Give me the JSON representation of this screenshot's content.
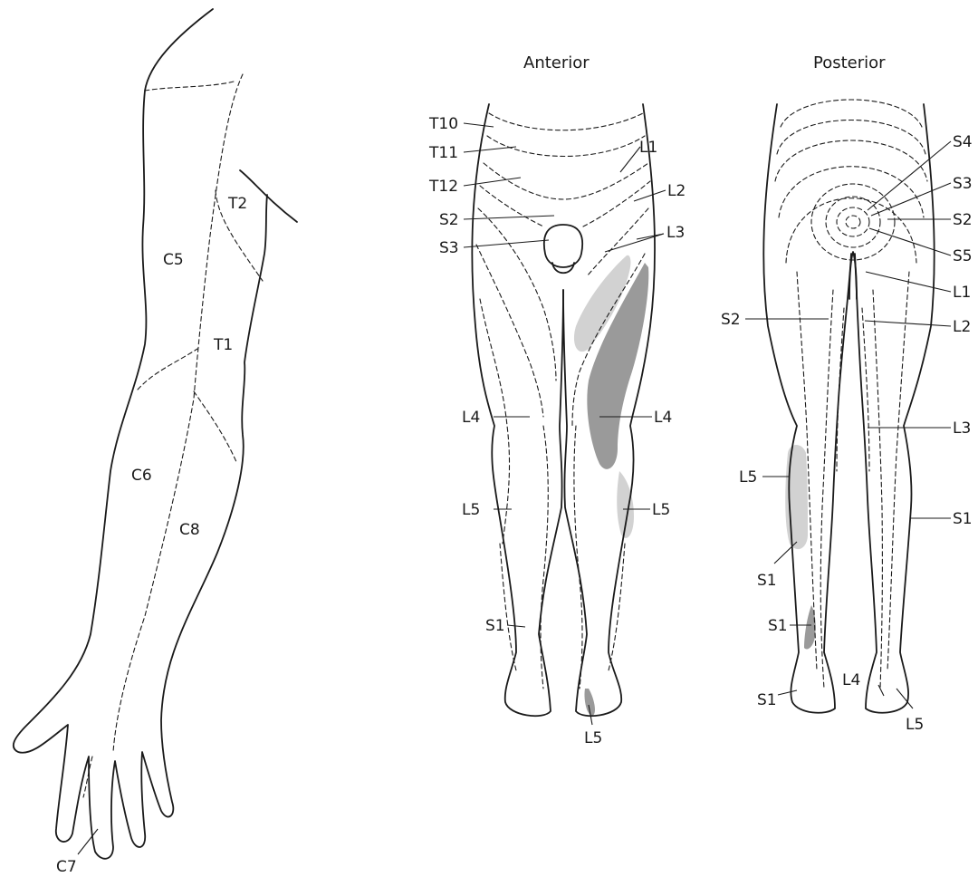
{
  "titles": {
    "anterior": "Anterior",
    "posterior": "Posterior"
  },
  "arm_labels": [
    "C5",
    "T2",
    "T1",
    "C6",
    "C8",
    "C7"
  ],
  "anterior_labels": [
    "T10",
    "T11",
    "T12",
    "S2",
    "S3",
    "L1",
    "L2",
    "L3",
    "L4",
    "L4",
    "L5",
    "L5",
    "S1",
    "L5"
  ],
  "posterior_labels": [
    "S4",
    "S3",
    "S2",
    "S5",
    "L1",
    "L2",
    "S2",
    "L3",
    "L5",
    "S1",
    "S1",
    "S1",
    "S1",
    "L4",
    "L5"
  ],
  "colors": {
    "line": "#1a1a1a",
    "shade_light": "#d2d2d2",
    "shade_dark": "#9a9a9a",
    "background": "#ffffff"
  }
}
